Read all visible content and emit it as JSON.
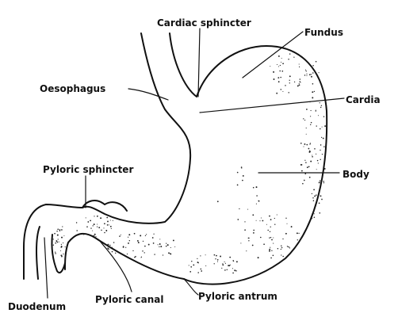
{
  "diagram": {
    "labels": {
      "cardiac_sphincter": "Cardiac sphincter",
      "fundus": "Fundus",
      "oesophagus": "Oesophagus",
      "cardia": "Cardia",
      "pyloric_sphincter": "Pyloric sphincter",
      "body": "Body",
      "duodenum": "Duodenum",
      "pyloric_canal": "Pyloric canal",
      "pyloric_antrum": "Pyloric antrum"
    },
    "colors": {
      "ink": "#111111",
      "background": "#ffffff"
    }
  }
}
